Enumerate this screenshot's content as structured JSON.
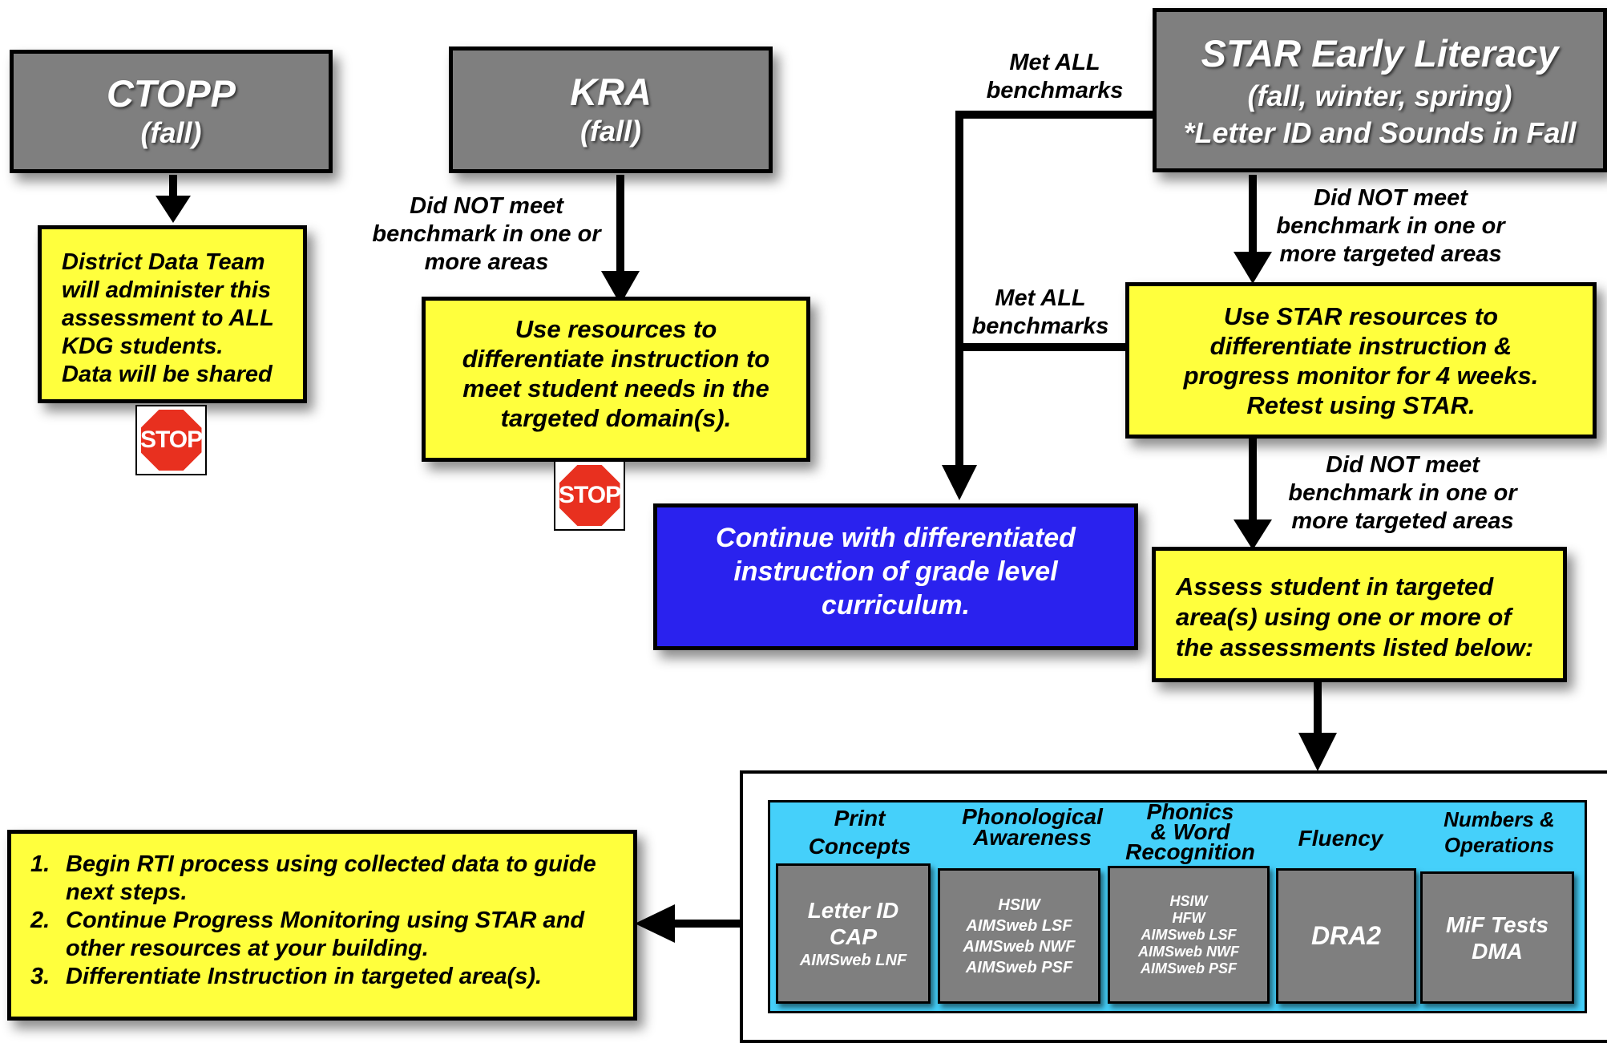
{
  "ctopp": {
    "title": "CTOPP",
    "subtitle": "(fall)"
  },
  "kra": {
    "title": "KRA",
    "subtitle": "(fall)"
  },
  "star": {
    "title": "STAR Early Literacy",
    "line2": "(fall, winter, spring)",
    "line3": "*Letter ID and Sounds in Fall"
  },
  "district_box": {
    "lines": [
      "District Data Team",
      "will administer this",
      "assessment to ALL",
      "KDG students.",
      "Data will be shared"
    ]
  },
  "kra_box": {
    "lines": [
      "Use resources to",
      "differentiate instruction to",
      "meet student needs in the",
      "targeted domain(s)."
    ]
  },
  "star_resources_box": {
    "lines": [
      "Use STAR resources to",
      "differentiate instruction &",
      "progress monitor for 4 weeks.",
      "Retest using STAR."
    ]
  },
  "continue_box": {
    "lines": [
      "Continue with differentiated",
      "instruction of grade level",
      "curriculum."
    ],
    "color": "#2a22ee"
  },
  "assess_box": {
    "lines": [
      "Assess student in targeted",
      "area(s) using one or more of",
      "the assessments listed below:"
    ]
  },
  "labels": {
    "kra_not_met": [
      "Did NOT meet",
      "benchmark in one or",
      "more areas"
    ],
    "star_met_all_1": [
      "Met ALL",
      "benchmarks"
    ],
    "star_not_met_1": [
      "Did NOT meet",
      "benchmark in one or",
      "more targeted areas"
    ],
    "star_met_all_2": [
      "Met ALL",
      "benchmarks"
    ],
    "star_not_met_2": [
      "Did NOT meet",
      "benchmark in one or",
      "more targeted areas"
    ]
  },
  "stop_sign": {
    "text": "STOP",
    "color": "#e8301f"
  },
  "steps": [
    {
      "num": "1.",
      "lines": [
        "Begin RTI process using collected data to guide",
        "next steps."
      ]
    },
    {
      "num": "2.",
      "lines": [
        "Continue Progress Monitoring using STAR and",
        "other resources at your building."
      ]
    },
    {
      "num": "3.",
      "lines": [
        "Differentiate Instruction in targeted area(s)."
      ]
    }
  ],
  "assessments": {
    "panel_color": "#45d0fa",
    "categories": [
      {
        "header": [
          "Print",
          "Concepts"
        ],
        "main": [
          "Letter ID",
          "CAP"
        ],
        "sub": [
          "AIMSweb LNF"
        ]
      },
      {
        "header": [
          "Phonological",
          "Awareness"
        ],
        "main": [],
        "sub": [
          "HSIW",
          "AIMSweb LSF",
          "AIMSweb NWF",
          "AIMSweb PSF"
        ]
      },
      {
        "header": [
          "Phonics",
          "& Word",
          "Recognition"
        ],
        "main": [],
        "sub": [
          "HSIW",
          "HFW",
          "AIMSweb LSF",
          "AIMSweb NWF",
          "AIMSweb PSF"
        ]
      },
      {
        "header": [
          "Fluency"
        ],
        "main": [
          "DRA2"
        ],
        "sub": []
      },
      {
        "header": [
          "Numbers &",
          "Operations"
        ],
        "main": [
          "MiF Tests",
          "DMA"
        ],
        "sub": []
      }
    ]
  }
}
